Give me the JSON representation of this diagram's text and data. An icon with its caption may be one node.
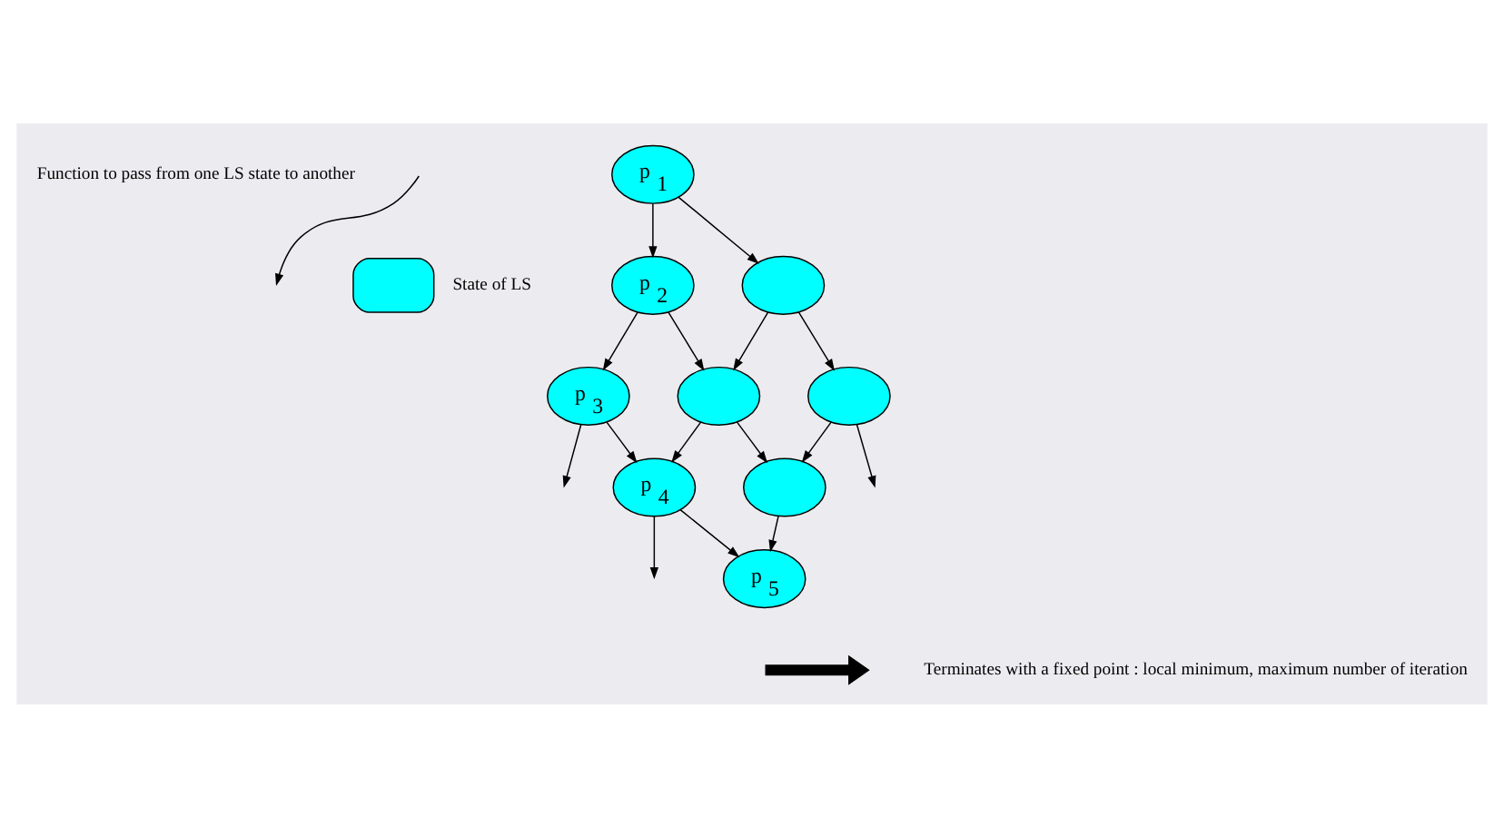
{
  "diagram": {
    "nodes": [
      {
        "text": [
          "p$_{1}$"
        ]
      },
      {
        "text": [
          "p$_{2}$"
        ]
      },
      {
        "text": [],
        "shape": "ellipse"
      },
      {
        "text": [
          "p$_{3}$"
        ]
      },
      {
        "text": [],
        "shape": "ellipse"
      },
      {
        "text": [],
        "shape": "ellipse"
      },
      {
        "text": [
          "p$_{4}$"
        ]
      },
      {
        "text": [],
        "shape": "ellipse"
      },
      {
        "text": [
          "p$_{5}$"
        ]
      }
    ],
    "edges": [
      {
        "from": 0,
        "to": 1,
        "arrow": "to"
      },
      {
        "from": 0,
        "to": 2,
        "arrow": "to"
      },
      {
        "from": 1,
        "to": 3,
        "arrow": "to"
      },
      {
        "from": 1,
        "to": 4,
        "arrow": "to"
      },
      {
        "from": 2,
        "to": 4,
        "arrow": "to"
      },
      {
        "from": 2,
        "to": 5,
        "arrow": "to"
      },
      {
        "from": 3,
        "to": null,
        "arrow": "to"
      },
      {
        "from": 3,
        "to": 6,
        "arrow": "to"
      },
      {
        "from": 4,
        "to": 6,
        "arrow": "to"
      },
      {
        "from": 4,
        "to": 7,
        "arrow": "to"
      },
      {
        "from": 5,
        "to": 7,
        "arrow": "to"
      },
      {
        "from": 5,
        "to": null,
        "arrow": "to"
      },
      {
        "from": 6,
        "to": null,
        "arrow": "to"
      },
      {
        "from": 6,
        "to": 8,
        "arrow": "to"
      },
      {
        "from": 7,
        "to": 8,
        "arrow": "to"
      }
    ],
    "legend": [
      {
        "text": "Function to pass from one LS state to another"
      },
      {
        "text": "State of LS",
        "color": "#00ffff"
      },
      {
        "text": "Terminates with a fixed point : local minimum, maximum number of iteration"
      }
    ]
  }
}
